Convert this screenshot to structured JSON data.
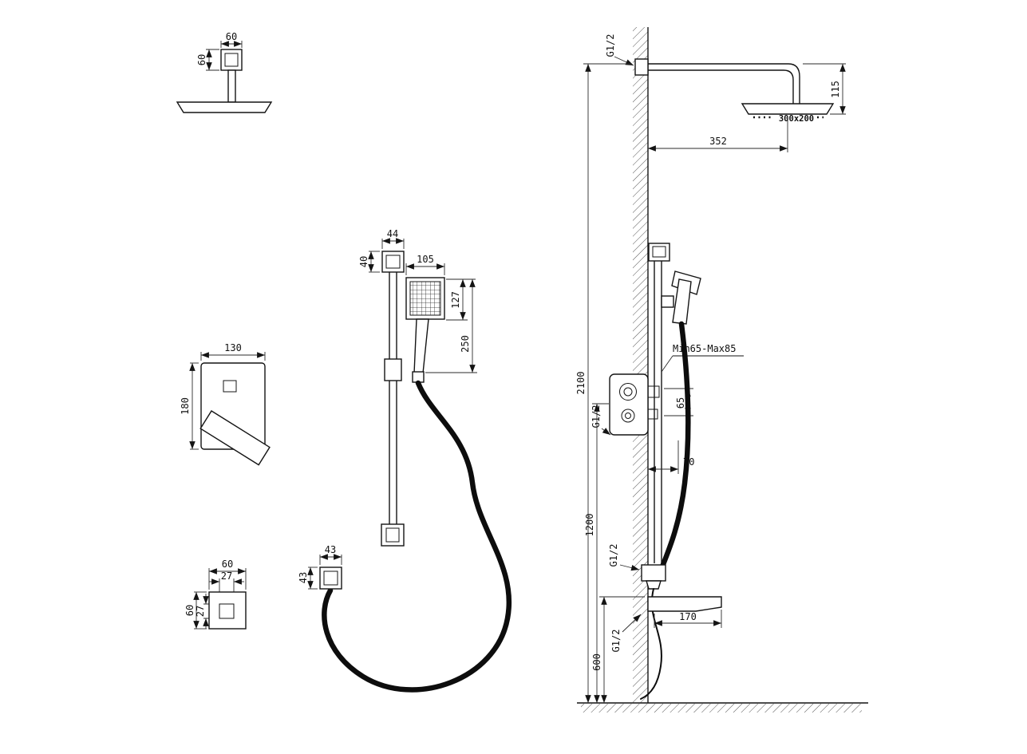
{
  "drawing": {
    "background": "#ffffff",
    "line_color": "#141414",
    "hose_color": "#0d0d0d"
  },
  "labels": {
    "ceiling_arm_w": "60",
    "ceiling_arm_h": "60",
    "mixer_w": "130",
    "mixer_h": "180",
    "bracket_w": "44",
    "bracket_h": "40",
    "handshower_w": "105",
    "handshower_head_h": "127",
    "handshower_len": "250",
    "hose_nut_w": "43",
    "hose_nut_h": "43",
    "spout_outer_w": "60",
    "spout_inner_w": "27",
    "spout_outer_h": "60",
    "spout_inner_h": "27",
    "g12_supply": "G1/2",
    "head_drop": "115",
    "head_size": "300x200",
    "head_reach": "352",
    "total_height": "2100",
    "adjust_range": "Min65-Max85",
    "knob_gap": "65",
    "g12_mixer": "G1/2",
    "rail_offset": "70",
    "mixer_height": "1200",
    "g12_hose": "G1/2",
    "spout_len": "170",
    "g12_spout": "G1/2",
    "spout_height": "600"
  }
}
